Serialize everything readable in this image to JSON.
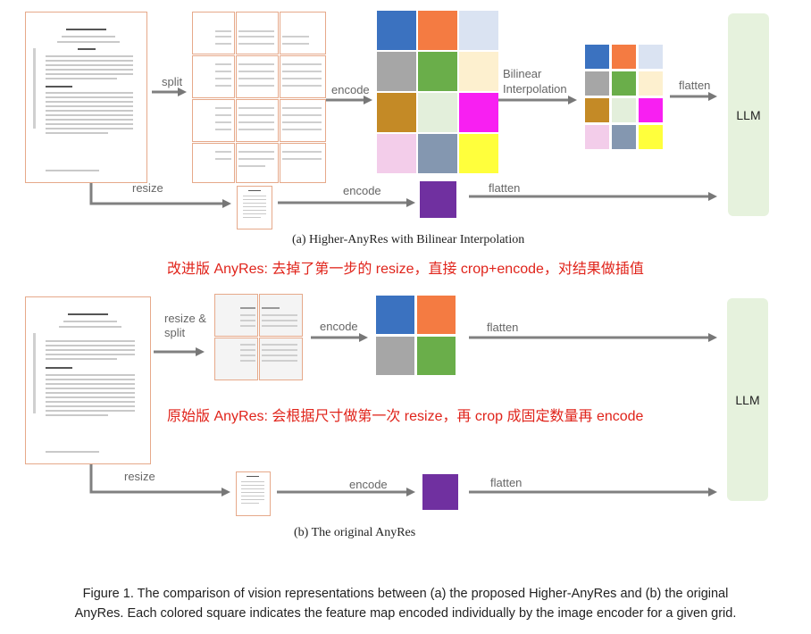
{
  "top": {
    "split_label": "split",
    "encode_label": "encode",
    "bilinear_label_line1": "Bilinear",
    "bilinear_label_line2": "Interpolation",
    "flatten_label": "flatten",
    "resize_label": "resize",
    "encode2_label": "encode",
    "flatten2_label": "flatten",
    "llm_label": "LLM",
    "caption": "(a) Higher-AnyRes with Bilinear Interpolation",
    "grid_colors": [
      "#3b72c0",
      "#f47b42",
      "#dae3f2",
      "#a6a6a6",
      "#6aae4a",
      "#fdf0cf",
      "#c48a26",
      "#e3efdb",
      "#f81ff2",
      "#f3cdea",
      "#8497b0",
      "#ffff3c"
    ],
    "small_square_color": "#7030a0"
  },
  "note_top": "改进版 AnyRes: 去掉了第一步的 resize，直接 crop+encode，对结果做插值",
  "bottom": {
    "resize_split_line1": "resize &",
    "resize_split_line2": "split",
    "encode_label": "encode",
    "flatten_label": "flatten",
    "resize_label": "resize",
    "encode2_label": "encode",
    "flatten2_label": "flatten",
    "llm_label": "LLM",
    "caption": "(b) The original AnyRes",
    "grid_colors": [
      "#3b72c0",
      "#f47b42",
      "#a6a6a6",
      "#6aae4a"
    ],
    "small_square_color": "#7030a0"
  },
  "note_bottom": "原始版 AnyRes: 会根据尺寸做第一次 resize，再 crop 成固定数量再 encode",
  "figure_caption_line1": "Figure 1. The comparison of vision representations between (a) the proposed Higher-AnyRes and (b) the original",
  "figure_caption_line2": "AnyRes. Each colored square indicates the feature map encoded individually by the image encoder for a given grid."
}
